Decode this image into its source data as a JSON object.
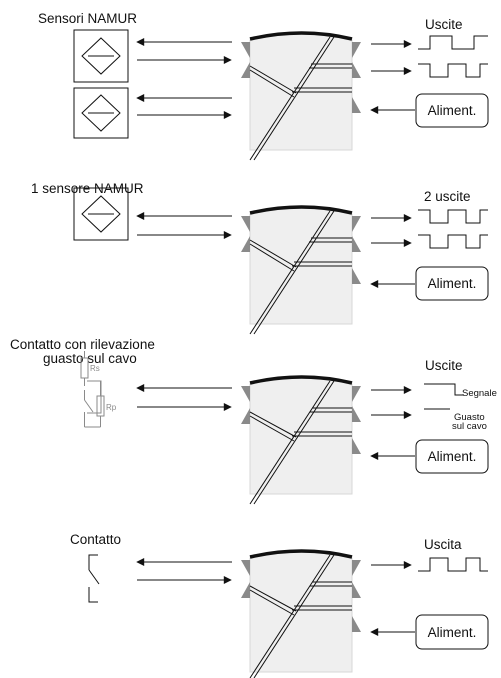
{
  "colors": {
    "ink": "#111111",
    "device_body": "#efefef",
    "device_edge": "#d7d7d7",
    "wedge": "#8a8a8a",
    "faint_ink": "#8a8a8a"
  },
  "panels": [
    {
      "input_title": "Sensori NAMUR",
      "output_title": "Uscite",
      "power_label": "Aliment."
    },
    {
      "input_title": "1 sensore NAMUR",
      "output_title": "2 uscite",
      "power_label": "Aliment."
    },
    {
      "input_title_line1": "Contatto con rilevazione",
      "input_title_line2": "guasto sul cavo",
      "output_title": "Uscite",
      "output_signal_label": "Segnale",
      "output_fault_label_line1": "Guasto",
      "output_fault_label_line2": "sul cavo",
      "resistor_series_label": "Rs",
      "resistor_parallel_label": "Rp",
      "power_label": "Aliment."
    },
    {
      "input_title": "Contatto",
      "output_title": "Uscita",
      "power_label": "Aliment."
    }
  ]
}
